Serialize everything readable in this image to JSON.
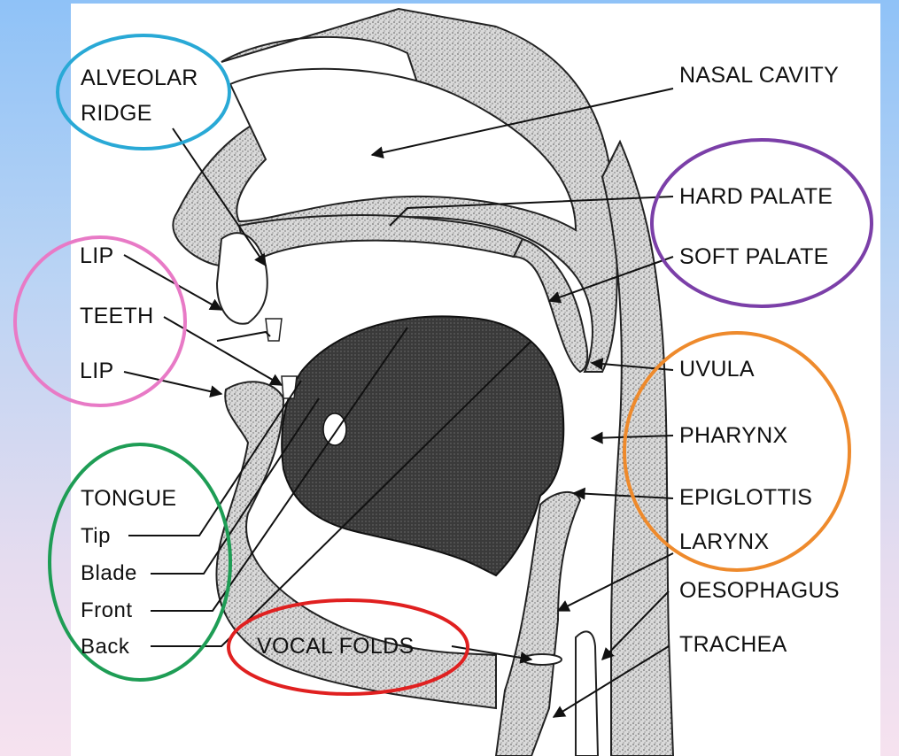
{
  "labels": {
    "alveolar_ridge": [
      "ALVEOLAR",
      "RIDGE"
    ],
    "nasal_cavity": "NASAL CAVITY",
    "hard_palate": "HARD PALATE",
    "soft_palate": "SOFT PALATE",
    "lip_upper": "LIP",
    "teeth": "TEETH",
    "lip_lower": "LIP",
    "uvula": "UVULA",
    "pharynx": "PHARYNX",
    "epiglottis": "EPIGLOTTIS",
    "larynx": "LARYNX",
    "oesophagus": "OESOPHAGUS",
    "trachea": "TRACHEA",
    "tongue": "TONGUE",
    "tongue_tip": "Tip",
    "tongue_blade": "Blade",
    "tongue_front": "Front",
    "tongue_back": "Back",
    "vocal_folds": "VOCAL FOLDS"
  },
  "colors": {
    "highlight_alveolar": "#29a9d6",
    "highlight_lips_teeth": "#e87ac6",
    "highlight_palate": "#7b3fa8",
    "highlight_throat": "#ee8a2c",
    "highlight_tongue": "#1e9d55",
    "highlight_vocal_folds": "#e02020"
  },
  "icons": {
    "pointer": "arrow-line"
  }
}
